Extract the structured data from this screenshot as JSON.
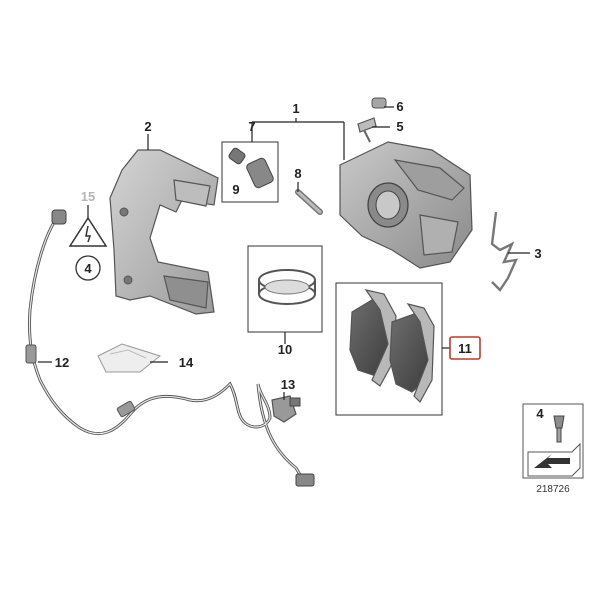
{
  "callouts": {
    "c1": "1",
    "c2": "2",
    "c3": "3",
    "c4": "4",
    "c5": "5",
    "c6": "6",
    "c7": "7",
    "c8": "8",
    "c9": "9",
    "c10": "10",
    "c11": "11",
    "c12": "12",
    "c13": "13",
    "c14": "14",
    "c15": "15",
    "c4_circle": "4",
    "c4_legend": "4"
  },
  "figure_number": "218726",
  "colors": {
    "highlight_box": "#c0392b",
    "faded_label": "#b5b5b5",
    "part_fill": "#a8a8a8",
    "pad_fill": "#5a5a5a"
  }
}
